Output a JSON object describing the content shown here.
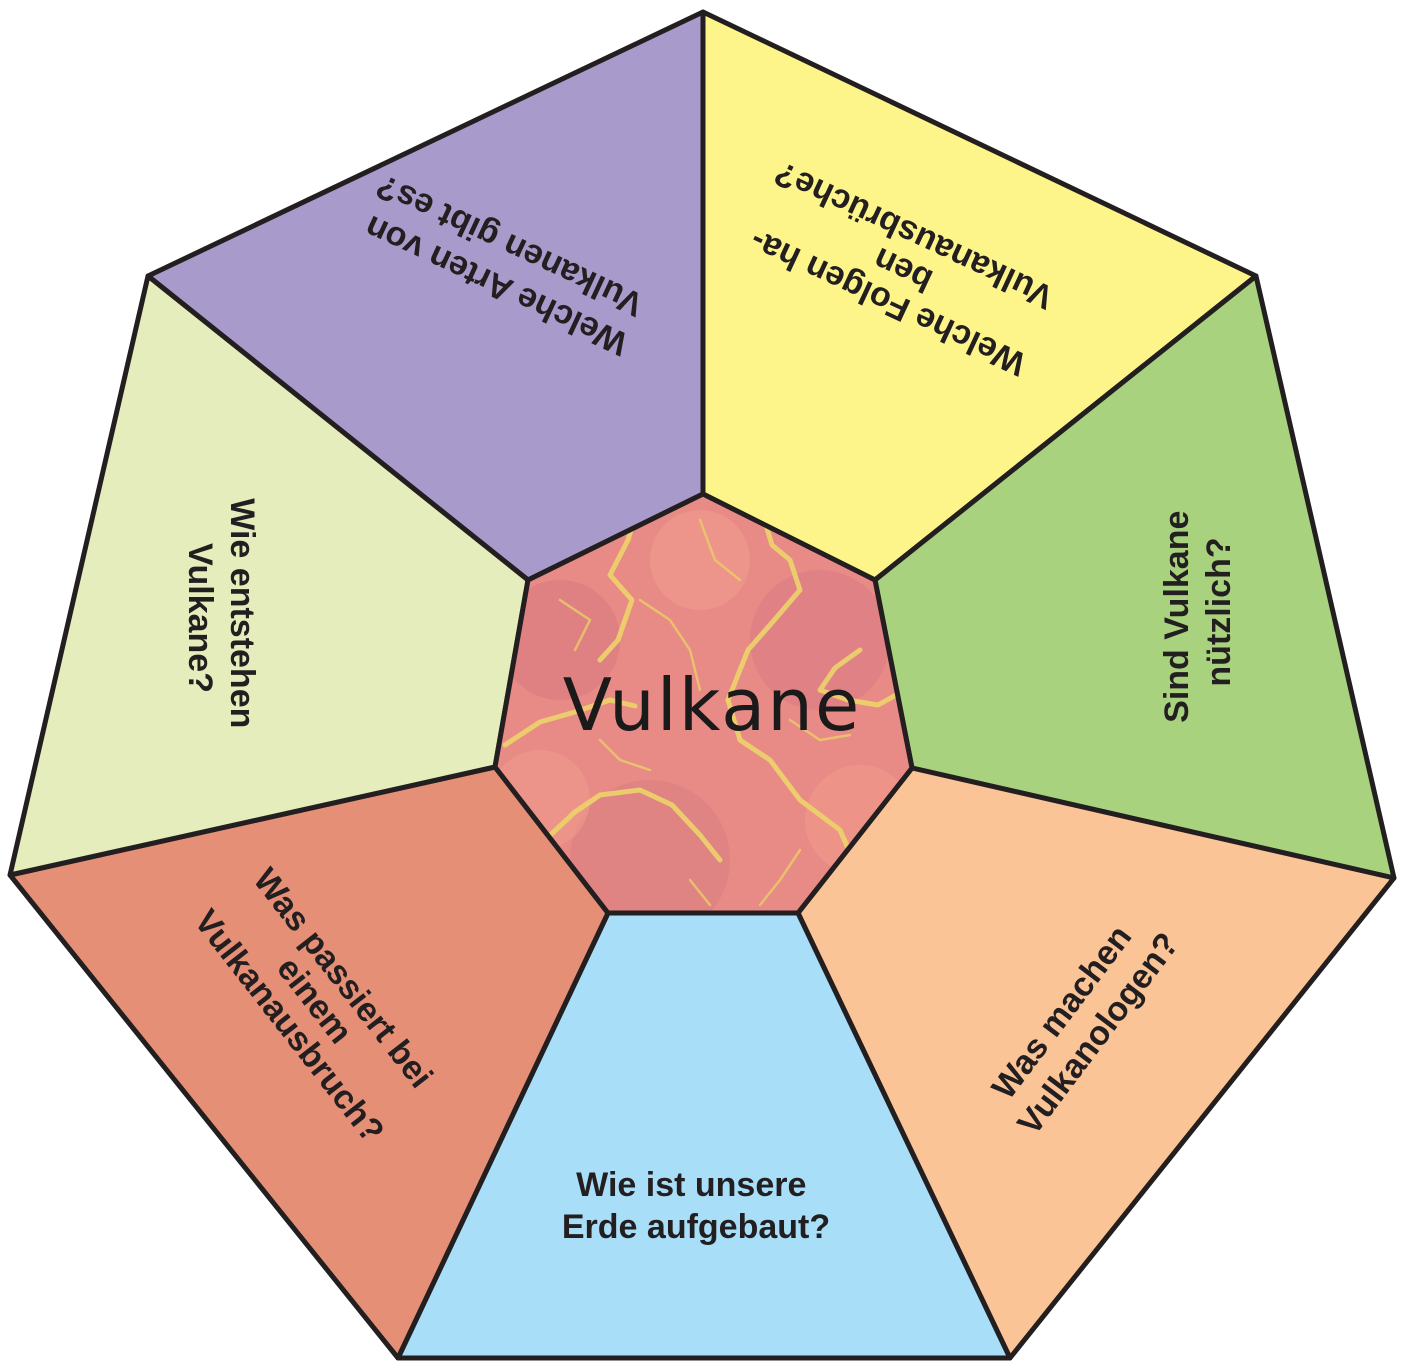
{
  "center": {
    "title": "Vulkane",
    "image_name": "lava-texture"
  },
  "segments": [
    {
      "id": "top-left",
      "color": "#a89aca",
      "lines": [
        "Welche Arten von",
        "Vulkanen gibt es?"
      ]
    },
    {
      "id": "top-right",
      "color": "#fdf48a",
      "lines": [
        "Welche Folgen ha-",
        "ben",
        "Vulkanausbrüche?"
      ]
    },
    {
      "id": "right",
      "color": "#a9d27e",
      "lines": [
        "Sind Vulkane",
        "nützlich?"
      ]
    },
    {
      "id": "bottom-right",
      "color": "#fbc497",
      "lines": [
        "Was machen",
        "Vulkanologen?"
      ]
    },
    {
      "id": "bottom",
      "color": "#a8def8",
      "lines": [
        "Wie ist unsere",
        "Erde aufgebaut?"
      ]
    },
    {
      "id": "bottom-left",
      "color": "#e59076",
      "lines": [
        "Was passiert bei",
        "einem",
        "Vulkanausbruch?"
      ]
    },
    {
      "id": "left",
      "color": "#e4edbb",
      "lines": [
        "Wie entstehen",
        "Vulkane?"
      ]
    }
  ],
  "colors": {
    "outline": "#231f20",
    "center_fill": "#e88a86"
  }
}
